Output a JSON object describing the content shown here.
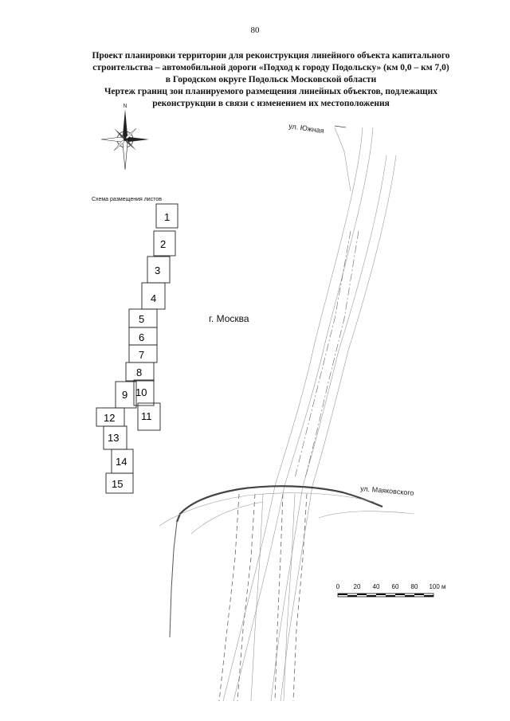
{
  "page_number": "80",
  "title_lines": [
    "Проект планировки территории для реконструкция линейного объекта капитального",
    "строительства – автомобильной дороги «Подход к городу Подольску» (км 0,0 – км 7,0)",
    "в Городском округе Подольск Московской области",
    "Чертеж границ зон планируемого размещения линейных объектов, подлежащих",
    "реконструкции в связи с изменением их местоположения"
  ],
  "compass": {
    "north_label": "N",
    "icon": "compass-rose-icon"
  },
  "sheet_scheme": {
    "title": "Схема размещения листов",
    "highlighted_sheet": "1",
    "sheets": [
      {
        "label": "1"
      },
      {
        "label": "2"
      },
      {
        "label": "3"
      },
      {
        "label": "4"
      },
      {
        "label": "5"
      },
      {
        "label": "6"
      },
      {
        "label": "7"
      },
      {
        "label": "8"
      },
      {
        "label": "9"
      },
      {
        "label": "10"
      },
      {
        "label": "11"
      },
      {
        "label": "12"
      },
      {
        "label": "13"
      },
      {
        "label": "14"
      },
      {
        "label": "15"
      }
    ]
  },
  "map_labels": {
    "street_top": "ул. Южная",
    "city": "г. Москва",
    "street_cross": "ул. Маяковского"
  },
  "scale_bar": {
    "ticks": [
      "0",
      "20",
      "40",
      "60",
      "80",
      "100 м"
    ]
  },
  "colors": {
    "line": "#222222",
    "faint_line": "#9a9a9a",
    "hatch": "#444444"
  }
}
